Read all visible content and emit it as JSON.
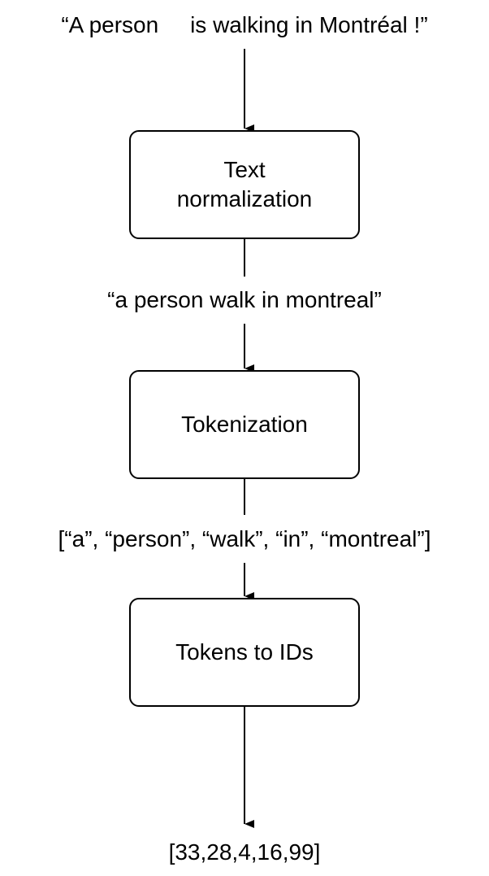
{
  "input_text": "“A person     is walking in Montréal !”",
  "steps": [
    {
      "label": "Text\nnormalization"
    },
    {
      "label": "Tokenization"
    },
    {
      "label": "Tokens to IDs"
    }
  ],
  "intermediate": [
    "“a person walk in montreal”",
    "[“a”, “person”, “walk”, “in”, “montreal”]"
  ],
  "output_text": "[33,28,4,16,99]"
}
